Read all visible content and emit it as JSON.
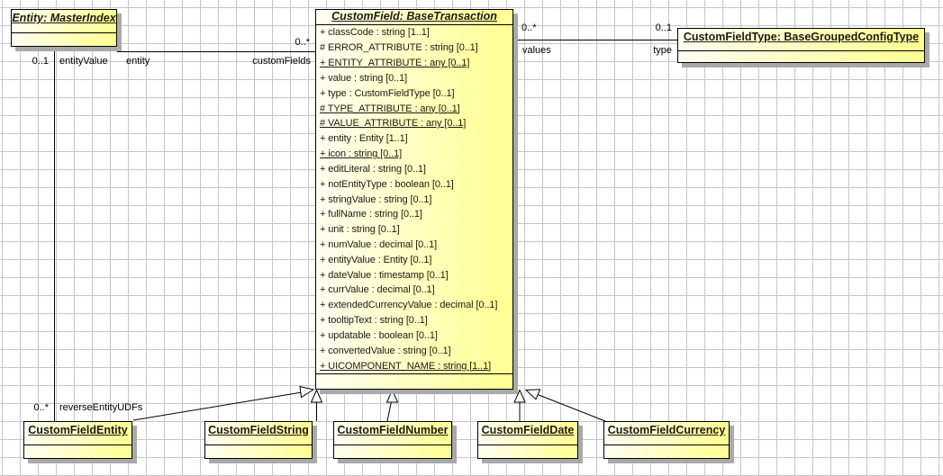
{
  "diagram": {
    "kind": "uml-class-diagram",
    "grid_color": "#c5c5c9",
    "box_fill_left": "#fffef2",
    "box_fill_right": "#ffff90",
    "shadow_color": "#a9a9a9"
  },
  "classes": {
    "entity": {
      "title": "Entity: MasterIndex"
    },
    "custom_field": {
      "title": "CustomField: BaseTransaction",
      "attributes": [
        {
          "text": "+ classCode : string [1..1]",
          "u": false
        },
        {
          "text": "# ERROR_ATTRIBUTE : string [0..1]",
          "u": false
        },
        {
          "text": "+ ENTITY_ATTRIBUTE : any [0..1]",
          "u": true
        },
        {
          "text": "+ value : string [0..1]",
          "u": false
        },
        {
          "text": "+ type : CustomFieldType [0..1]",
          "u": false
        },
        {
          "text": "# TYPE_ATTRIBUTE : any [0..1]",
          "u": true
        },
        {
          "text": "# VALUE_ATTRIBUTE : any [0..1]",
          "u": true
        },
        {
          "text": "+ entity : Entity [1..1]",
          "u": false
        },
        {
          "text": "+ icon : string [0..1]",
          "u": true
        },
        {
          "text": "+ editLiteral : string [0..1]",
          "u": false
        },
        {
          "text": "+ notEntityType : boolean [0..1]",
          "u": false
        },
        {
          "text": "+ stringValue : string [0..1]",
          "u": false
        },
        {
          "text": "+ fullName : string [0..1]",
          "u": false
        },
        {
          "text": "+ unit : string [0..1]",
          "u": false
        },
        {
          "text": "+ numValue : decimal [0..1]",
          "u": false
        },
        {
          "text": "+ entityValue : Entity [0..1]",
          "u": false
        },
        {
          "text": "+ dateValue : timestamp [0..1]",
          "u": false
        },
        {
          "text": "+ currValue : decimal [0..1]",
          "u": false
        },
        {
          "text": "+ extendedCurrencyValue : decimal [0..1]",
          "u": false
        },
        {
          "text": "+ tooltipText : string [0..1]",
          "u": false
        },
        {
          "text": "+ updatable : boolean [0..1]",
          "u": false
        },
        {
          "text": "+ convertedValue : string [0..1]",
          "u": false
        },
        {
          "text": "+ UICOMPONENT_NAME : string [1..1]",
          "u": true
        }
      ]
    },
    "custom_field_type": {
      "title": "CustomFieldType: BaseGroupedConfigType"
    },
    "subclasses": [
      {
        "title": "CustomFieldEntity"
      },
      {
        "title": "CustomFieldString"
      },
      {
        "title": "CustomFieldNumber"
      },
      {
        "title": "CustomFieldDate"
      },
      {
        "title": "CustomFieldCurrency"
      }
    ]
  },
  "associations": {
    "entity_customfields": {
      "role_near_entity": "entity",
      "role_near_customfield": "customFields",
      "mult_near_customfield": "0..*"
    },
    "entityvalue_vertical": {
      "mult_top": "0..1",
      "role_top": "entityValue",
      "mult_bottom": "0..*",
      "role_bottom": "reverseEntityUDFs"
    },
    "customfield_type": {
      "mult_near_customfield": "0..*",
      "role_near_customfield": "values",
      "mult_near_type": "0..1",
      "role_near_type": "type"
    }
  }
}
